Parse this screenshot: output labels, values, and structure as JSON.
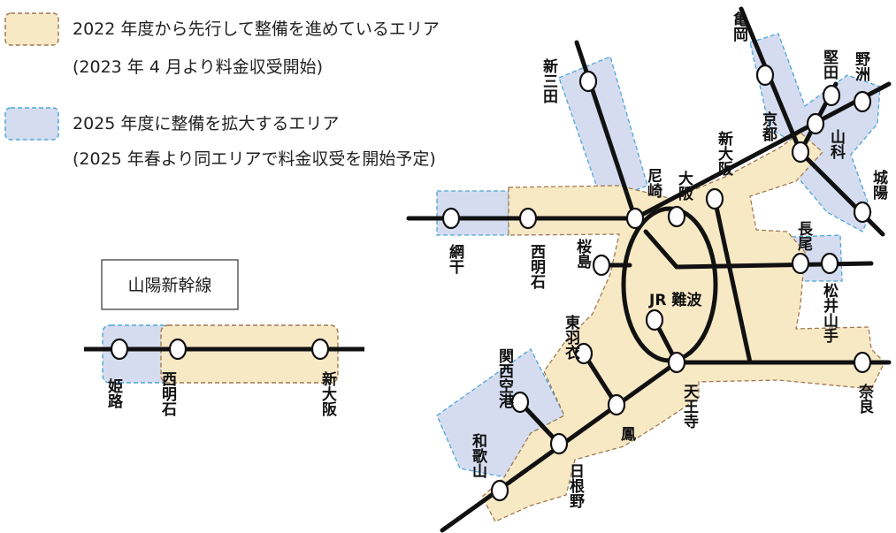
{
  "legend": {
    "items": [
      {
        "line1": "2022 年度から先行して整備を進めているエリア",
        "line2": "(2023 年 4 月より料金収受開始)",
        "color": "#f8e9c5",
        "border": "#a07a50"
      },
      {
        "line1": "2025 年度に整備を拡大するエリア",
        "line2": "(2025 年春より同エリアで料金収受を開始予定)",
        "color": "#d6dcf0",
        "border": "#4ea6d8"
      }
    ]
  },
  "inset": {
    "title": "山陽新幹線",
    "stations": [
      "姫路",
      "西明石",
      "新大阪"
    ]
  },
  "stations": {
    "shinsanda": "新三田",
    "amagasaki": "尼崎",
    "osaka": "大阪",
    "shinosaka": "新大阪",
    "kameoka": "亀岡",
    "kyoto": "京都",
    "katata": "堅田",
    "yasu": "野洲",
    "yamashina": "山科",
    "joyo": "城陽",
    "nagao": "長尾",
    "matsuiyamate": "松井山手",
    "aboshi": "網干",
    "nishiakashi": "西明石",
    "sakurajima": "桜島",
    "jrnamba": "JR 難波",
    "higashihagoromo": "東羽衣",
    "kansaikuko": "関西空港",
    "otori": "鳳",
    "tennoji": "天王寺",
    "nara": "奈良",
    "wakayama": "和歌山",
    "hinenO": "日根野"
  },
  "colors": {
    "area_2022": "#f8e9c5",
    "area_2025": "#d6dcf0",
    "line": "#111111"
  }
}
